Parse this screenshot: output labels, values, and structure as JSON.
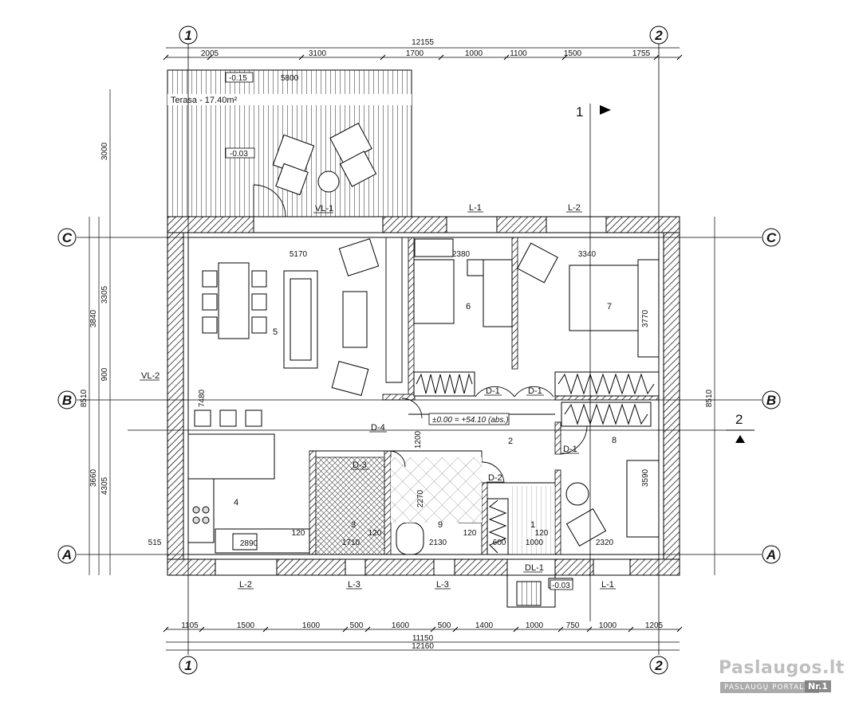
{
  "axes": {
    "col1": "1",
    "col2": "2",
    "rowA": "A",
    "rowB": "B",
    "rowC": "C"
  },
  "top_dims": {
    "overall": "12155",
    "segments": [
      "2005",
      "3100",
      "1700",
      "1000",
      "1100",
      "1500",
      "1755"
    ]
  },
  "bottom_dims": {
    "segments": [
      "1105",
      "1500",
      "1600",
      "500",
      "1600",
      "500",
      "1400",
      "1000",
      "750",
      "1000",
      "1205"
    ],
    "inner": "11150",
    "overall": "12160"
  },
  "left_dims": {
    "terrace": "3000",
    "outer": "8510",
    "c_to_b": "3840",
    "upper": "3305",
    "b_gap": "900",
    "b_to_a": "3660",
    "lower": "4305",
    "offset": "515",
    "kitchen_h": "7480"
  },
  "right_dims": {
    "outer": "8510",
    "room7": "3770",
    "room8": "3590"
  },
  "terrace": {
    "label": "Terasa - 17.40m²",
    "level": "-0.15",
    "level2": "-0.03",
    "width": "5800"
  },
  "windows": {
    "vl1": "VL-1",
    "vl2": "VL-2",
    "l1_top": "L-1",
    "l2_top": "L-2",
    "l2_bottom": "L-2",
    "l3_a": "L-3",
    "l3_b": "L-3",
    "l1_bottom": "L-1",
    "dl1": "DL-1"
  },
  "doors": [
    "D-1",
    "D-1",
    "D-1",
    "D-2",
    "D-3",
    "D-4"
  ],
  "rooms": [
    "1",
    "2",
    "3",
    "4",
    "5",
    "6",
    "7",
    "8",
    "9"
  ],
  "inner_dims": {
    "r5_w": "5170",
    "r6_w": "2380",
    "r7_w": "3340",
    "r3_w": "1710",
    "r9_w": "2130",
    "r1_w": "1000",
    "r8_w": "2320",
    "kitchen_w": "2890",
    "wc_w": "600",
    "t120a": "120",
    "t120b": "120",
    "t120c": "120",
    "t120d": "120",
    "corr_h": "1200",
    "r9_h": "2270"
  },
  "level_note": "±0.00 = +54.10 (abs.)",
  "entry_level": "-0.03",
  "sections": {
    "s1": "1",
    "s2": "2"
  },
  "watermark": {
    "title": "Paslaugos.lt",
    "subtitle": "PASLAUGŲ PORTALAS",
    "badge": "Nr.1"
  }
}
